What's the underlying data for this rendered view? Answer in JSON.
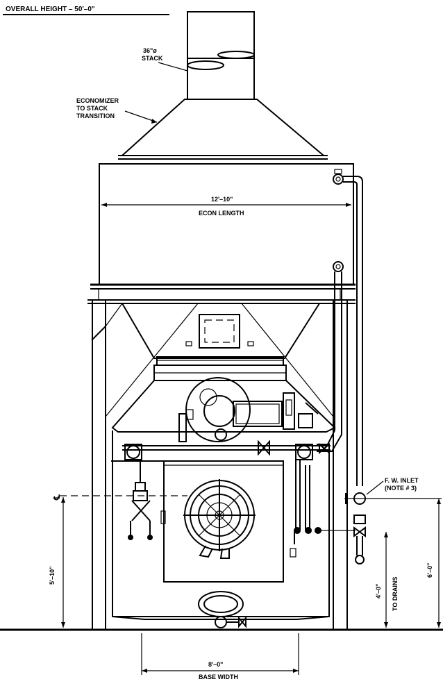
{
  "labels": {
    "overall_height": "OVERALL HEIGHT – 50'–0\"",
    "stack_size": "36\"ø",
    "stack_word": "STACK",
    "economizer_l1": "ECONOMIZER",
    "economizer_l2": "TO STACK",
    "economizer_l3": "TRANSITION",
    "econ_dim": "12'–10\"",
    "econ_length": "ECON LENGTH",
    "fw_inlet_l1": "F. W. INLET",
    "fw_inlet_l2": "(NOTE # 3)",
    "centerline": "℄",
    "dim_5_10": "5'–10\"",
    "dim_4_0": "4'–0\"",
    "to_drains": "TO DRAINS",
    "dim_6_0": "6'–0\"",
    "base_dim": "8'–0\"",
    "base_width": "BASE WIDTH"
  },
  "colors": {
    "ink": "#000000",
    "paper": "#ffffff"
  }
}
